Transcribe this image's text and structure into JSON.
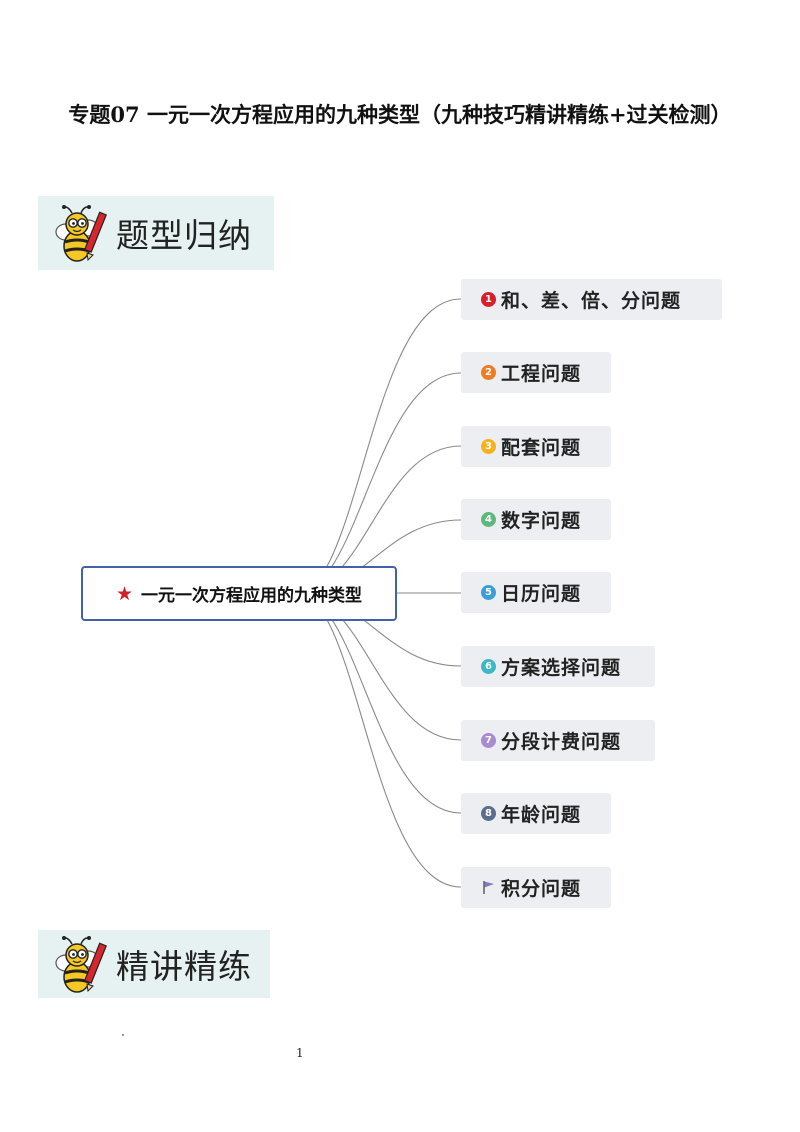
{
  "document": {
    "title": "专题07 一元一次方程应用的九种类型（九种技巧精讲精练+过关检测）",
    "page_number": "1"
  },
  "sections": [
    {
      "heading": "题型归纳",
      "icon": "bee-pencil-icon"
    },
    {
      "heading": "精讲精练",
      "icon": "bee-pencil-icon"
    }
  ],
  "mindmap": {
    "center": {
      "label": "一元一次方程应用的九种类型",
      "icon": "star-icon",
      "icon_color": "#d0202a",
      "border_color": "#4460a8"
    },
    "branches": [
      {
        "badge": "1",
        "badge_color": "#d6212d",
        "label": "和、差、倍、分问题"
      },
      {
        "badge": "2",
        "badge_color": "#ef7b22",
        "label": "工程问题"
      },
      {
        "badge": "3",
        "badge_color": "#f5b21c",
        "label": "配套问题"
      },
      {
        "badge": "4",
        "badge_color": "#5db87e",
        "label": "数字问题"
      },
      {
        "badge": "5",
        "badge_color": "#3a9ed8",
        "label": "日历问题"
      },
      {
        "badge": "6",
        "badge_color": "#3cb8c4",
        "label": "方案选择问题"
      },
      {
        "badge": "7",
        "badge_color": "#a98bd0",
        "label": "分段计费问题"
      },
      {
        "badge": "8",
        "badge_color": "#5b6e8e",
        "label": "年龄问题"
      },
      {
        "badge": "",
        "icon": "flag-icon",
        "badge_color": "#8a76c0",
        "label": "积分问题"
      }
    ]
  }
}
